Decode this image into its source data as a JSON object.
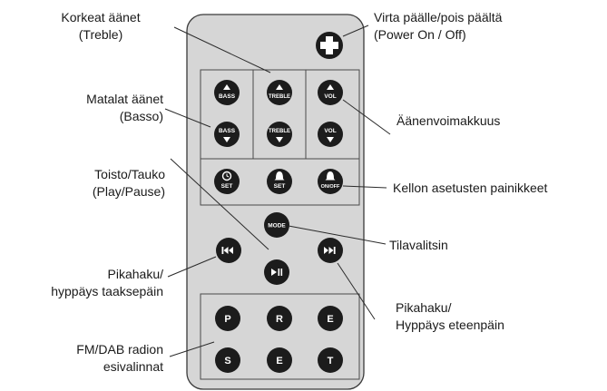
{
  "callouts": {
    "treble": {
      "line1": "Korkeat äänet",
      "line2": "(Treble)"
    },
    "bass": {
      "line1": "Matalat äänet",
      "line2": "(Basso)"
    },
    "play_pause": {
      "line1": "Toisto/Tauko",
      "line2": "(Play/Pause)"
    },
    "skip_back": {
      "line1": "Pikahaku/",
      "line2": "hyppäys taaksepäin"
    },
    "presets": {
      "line1": "FM/DAB radion",
      "line2": "esivalinnat"
    },
    "power": {
      "line1": "Virta päälle/pois päältä",
      "line2": "(Power On / Off)"
    },
    "volume": {
      "line1": "Äänenvoimakkuus"
    },
    "clock": {
      "line1": "Kellon asetusten painikkeet"
    },
    "mode": {
      "line1": "Tilavalitsin"
    },
    "skip_forward": {
      "line1": "Pikahaku/",
      "line2": "Hyppäys eteenpäin"
    }
  },
  "buttons": {
    "bass": "BASS",
    "treble": "TREBLE",
    "vol": "VOL",
    "set": "SET",
    "on_off": "ON/OFF",
    "mode": "MODE",
    "presets_row1": [
      "P",
      "R",
      "E"
    ],
    "presets_row2": [
      "S",
      "E",
      "T"
    ]
  },
  "colors": {
    "remote_body": "#d6d6d6",
    "button": "#1c1c1c",
    "outline": "#3a3a3a"
  }
}
